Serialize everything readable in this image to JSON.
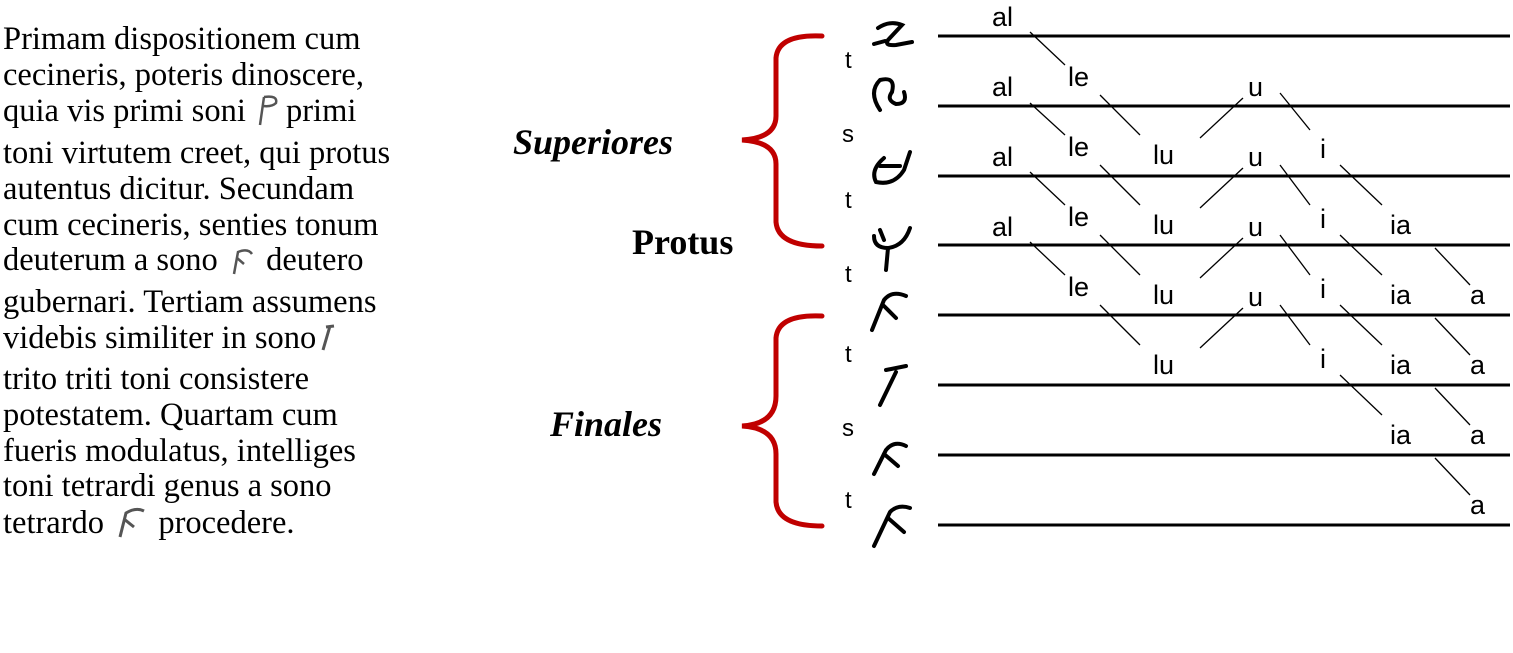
{
  "text": {
    "lines": [
      "Primam dispositionem cum",
      "cecineris, poteris dinoscere,",
      "quia vis primi soni",
      "primi",
      "toni virtutem creet, qui protus",
      "autentus dicitur. Secundam",
      "cum cecineris, senties tonum",
      "deuterum a sono",
      "deutero",
      "gubernari. Tertiam assumens",
      "videbis similiter in sono",
      "trito triti toni consistere",
      "potestatem. Quartam cum",
      "fueris modulatus, intelliges",
      "toni tetrardi genus a sono",
      "tetrardo",
      "procedere."
    ]
  },
  "diagram": {
    "labels": {
      "superiores": "Superiores",
      "protus": "Protus",
      "finales": "Finales"
    },
    "intervals": [
      "t",
      "s",
      "t",
      "t",
      "t",
      "s",
      "t"
    ],
    "syllables": {
      "al": "al",
      "le": "le",
      "lu": "lu",
      "u": "u",
      "i": "i",
      "ia": "ia",
      "a": "a"
    },
    "colors": {
      "bracket": "#c00000",
      "lines": "#000000"
    },
    "icons": [
      "dasian-sign-1",
      "dasian-sign-2",
      "dasian-sign-3",
      "dasian-sign-4",
      "dasian-sign-5",
      "dasian-sign-6",
      "dasian-sign-7",
      "dasian-sign-8"
    ]
  }
}
